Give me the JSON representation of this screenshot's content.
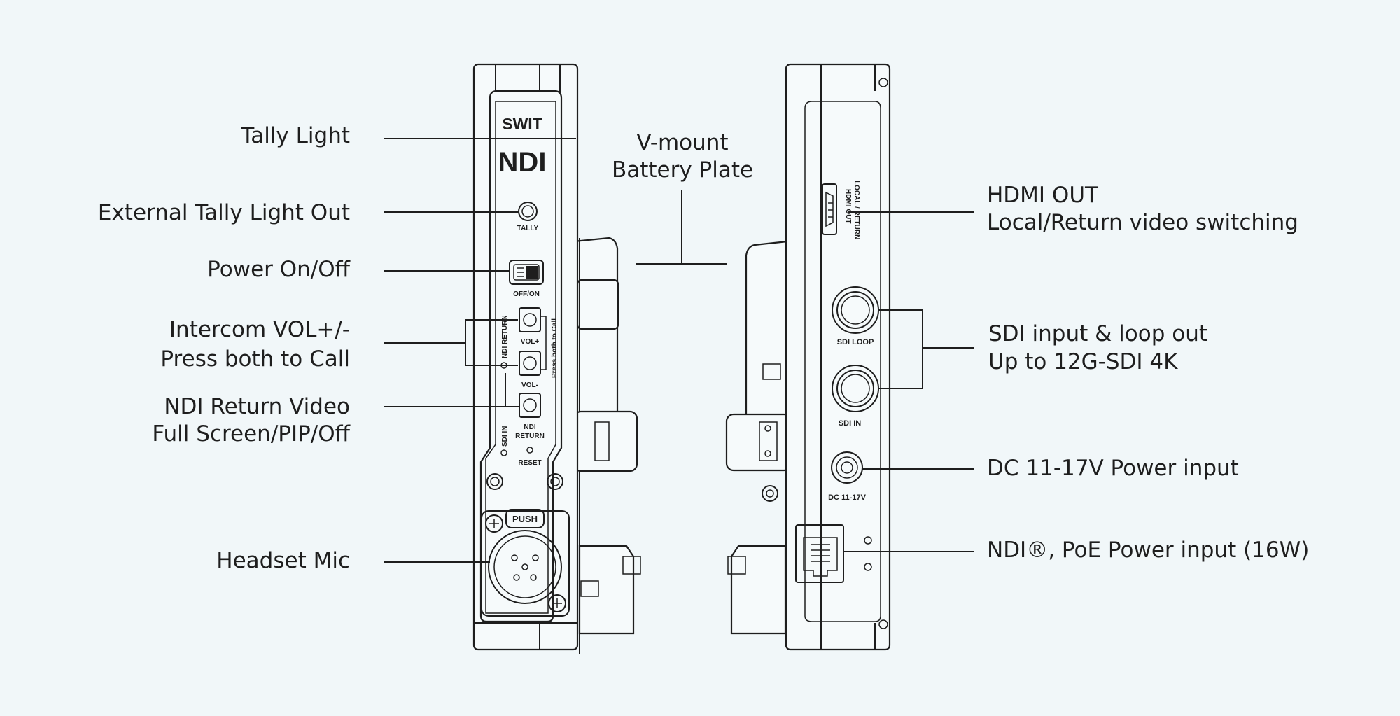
{
  "callouts": {
    "tally_light": "Tally Light",
    "external_tally": "External Tally Light Out",
    "power": "Power On/Off",
    "intercom_line1": "Intercom VOL+/-",
    "intercom_line2": "Press both to Call",
    "ndi_return_line1": "NDI Return Video",
    "ndi_return_line2": "Full Screen/PIP/Off",
    "headset_mic": "Headset Mic",
    "vmount_line1": "V-mount",
    "vmount_line2": "Battery Plate",
    "hdmi_line1": "HDMI OUT",
    "hdmi_line2": "Local/Return video switching",
    "sdi_line1": "SDI input & loop out",
    "sdi_line2": "Up to 12G-SDI 4K",
    "dc_power": "DC 11-17V Power input",
    "ndi_poe": "NDI®, PoE Power input (16W)"
  },
  "device_labels": {
    "brand": "SWIT",
    "ndi_logo": "NDI",
    "tally": "TALLY",
    "off_on": "OFF/ON",
    "vol_plus": "VOL+",
    "vol_minus": "VOL-",
    "press_both": "Press both to Call",
    "ndi_return_vertical": "NDI RETURN",
    "ndi_return_button_1": "NDI",
    "ndi_return_button_2": "RETURN",
    "sdi_in_vertical": "SDI IN",
    "reset": "RESET",
    "push": "PUSH",
    "hdmi_out_1": "HDMI OUT",
    "hdmi_out_2": "LOCAL / RETURN",
    "sdi_loop": "SDI LOOP",
    "sdi_in": "SDI IN",
    "dc_input": "DC 11-17V"
  },
  "colors": {
    "background": "#f1f7f9",
    "line": "#1e1e1e"
  }
}
